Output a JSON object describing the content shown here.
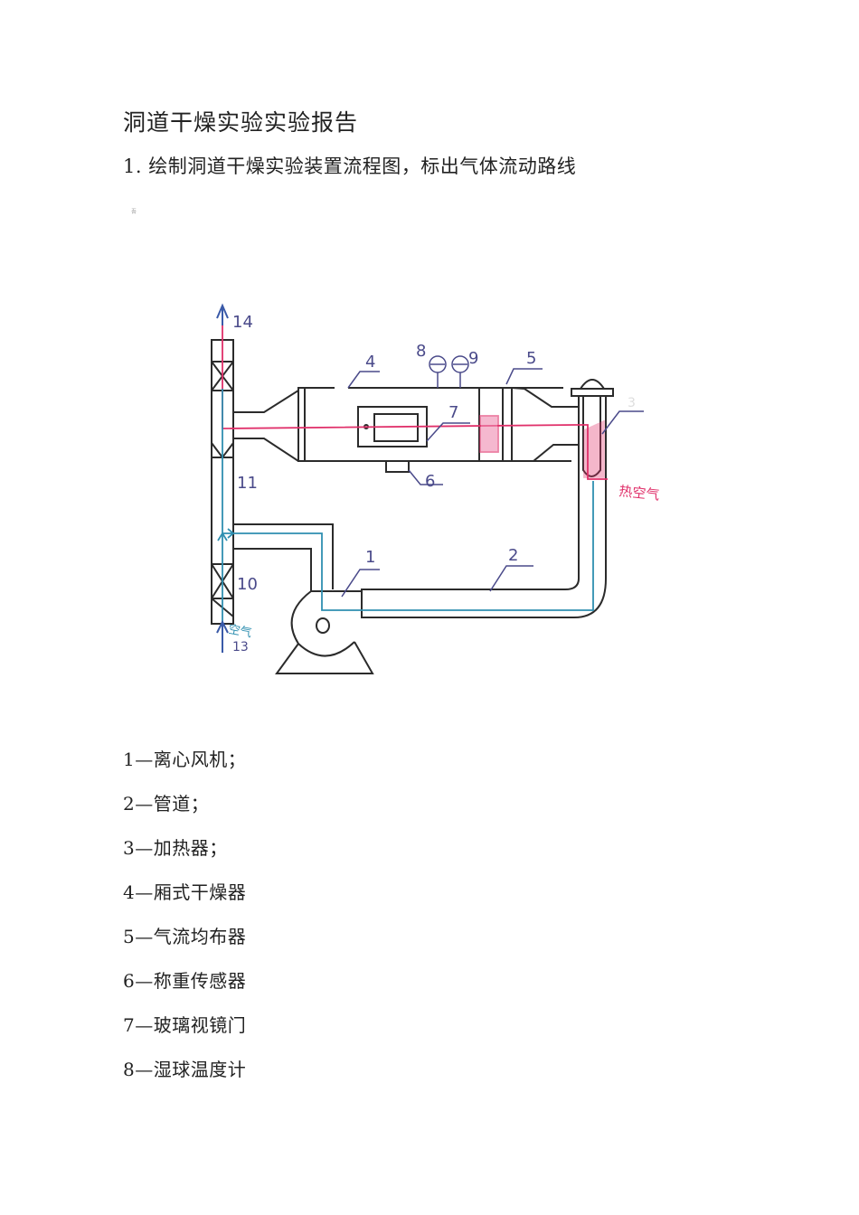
{
  "document": {
    "title": "洞道干燥实验实验报告",
    "question1": "1. 绘制洞道干燥实验装置流程图，标出气体流动路线",
    "tiny_mark": "吾"
  },
  "diagram": {
    "labels": {
      "n1": "1",
      "n2": "2",
      "n3": "3",
      "n4": "4",
      "n5": "5",
      "n6": "6",
      "n7": "7",
      "n8": "8",
      "n9": "9",
      "n10": "10",
      "n11": "11",
      "n13": "13",
      "n14": "14",
      "hot_air": "热空气",
      "air": "空气"
    },
    "colors": {
      "outline": "#2b2b2b",
      "hot_air_path": "#e0306a",
      "cold_air_path": "#2f8fb0",
      "label_ink": "#4a4a8a"
    }
  },
  "legend": [
    "1—离心风机；",
    "2—管道；",
    "3—加热器；",
    "4—厢式干燥器",
    "5—气流均布器",
    "6—称重传感器",
    "7—玻璃视镜门",
    "8—湿球温度计"
  ]
}
